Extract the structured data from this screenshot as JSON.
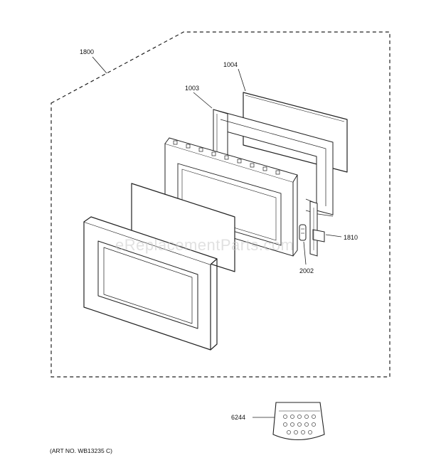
{
  "labels": {
    "assembly": "1800",
    "door_panel": "1004",
    "door_frame": "1003",
    "latch": "1810",
    "hinge": "2002",
    "hardware_kit": "6244"
  },
  "art_number": "(ART NO. WB13235 C)",
  "watermark": "eReplacementParts.com"
}
